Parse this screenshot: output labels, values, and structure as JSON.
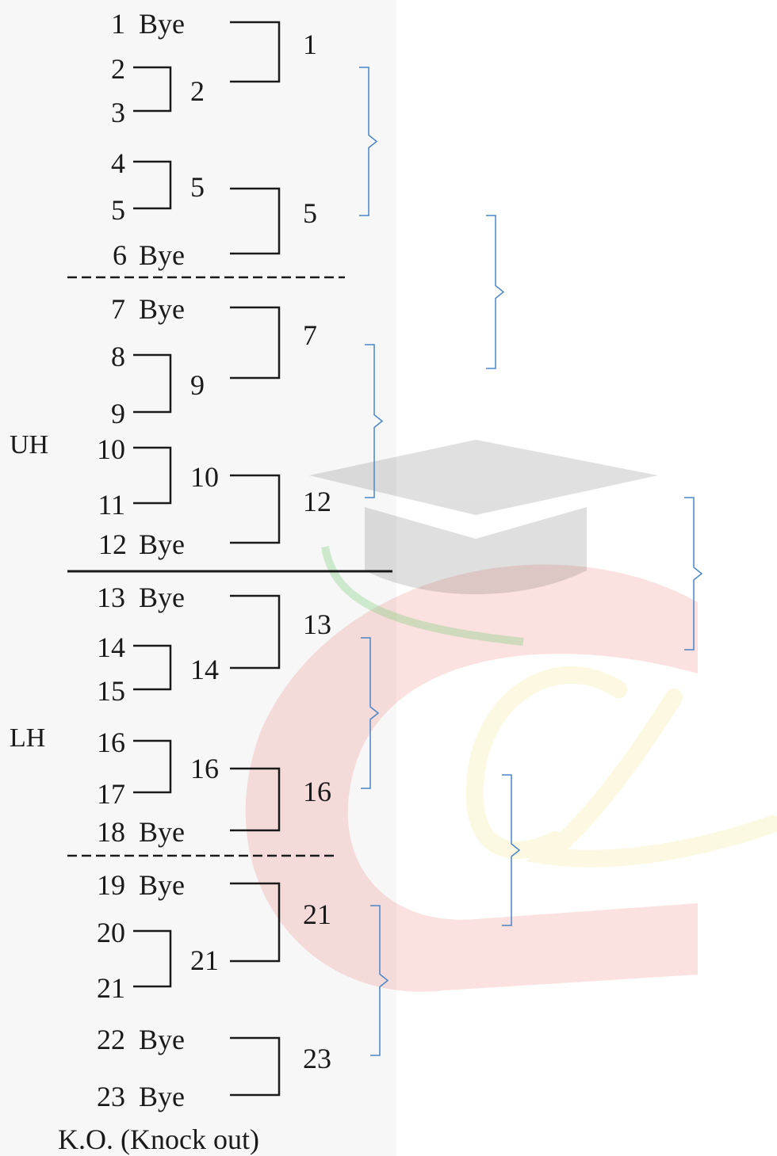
{
  "entries": [
    {
      "num": "1",
      "bye": "Bye"
    },
    {
      "num": "2",
      "bye": ""
    },
    {
      "num": "3",
      "bye": ""
    },
    {
      "num": "4",
      "bye": ""
    },
    {
      "num": "5",
      "bye": ""
    },
    {
      "num": "6",
      "bye": "Bye"
    },
    {
      "num": "7",
      "bye": "Bye"
    },
    {
      "num": "8",
      "bye": ""
    },
    {
      "num": "9",
      "bye": ""
    },
    {
      "num": "10",
      "bye": ""
    },
    {
      "num": "11",
      "bye": ""
    },
    {
      "num": "12",
      "bye": "Bye"
    },
    {
      "num": "13",
      "bye": "Bye"
    },
    {
      "num": "14",
      "bye": ""
    },
    {
      "num": "15",
      "bye": ""
    },
    {
      "num": "16",
      "bye": ""
    },
    {
      "num": "17",
      "bye": ""
    },
    {
      "num": "18",
      "bye": "Bye"
    },
    {
      "num": "19",
      "bye": "Bye"
    },
    {
      "num": "20",
      "bye": ""
    },
    {
      "num": "21",
      "bye": ""
    },
    {
      "num": "22",
      "bye": "Bye"
    },
    {
      "num": "23",
      "bye": "Bye"
    }
  ],
  "round1_winners": [
    "2",
    "5",
    "9",
    "10",
    "14",
    "16",
    "21"
  ],
  "round2_winners": [
    "1",
    "5",
    "7",
    "12",
    "13",
    "16",
    "21",
    "23"
  ],
  "halves": {
    "upper": "UH",
    "lower": "LH"
  },
  "caption": "K.O. (Knock out)",
  "colors": {
    "ink": "#1a1a1a",
    "annotation": "#4a86c8",
    "wm_red": "#e8453a",
    "wm_yellow": "#f2e27a",
    "wm_green": "#7fcf7f",
    "wm_cap": "#555555"
  },
  "watermark_icon": "graduation-cap-logo-icon"
}
